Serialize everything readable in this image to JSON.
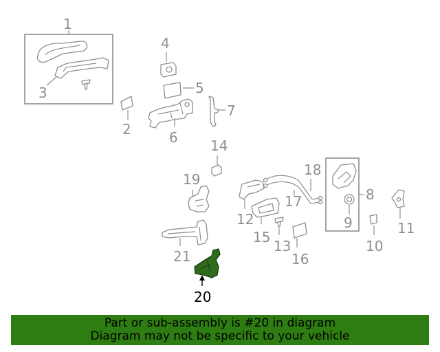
{
  "diagram": {
    "callouts": {
      "c1": "1",
      "c2": "2",
      "c3": "3",
      "c4": "4",
      "c5": "5",
      "c6": "6",
      "c7": "7",
      "c8": "8",
      "c9": "9",
      "c10": "10",
      "c11": "11",
      "c12": "12",
      "c13": "13",
      "c14": "14",
      "c15": "15",
      "c16": "16",
      "c17": "17",
      "c18": "18",
      "c19": "19",
      "c20": "20",
      "c21": "21"
    },
    "highlighted_part": "20",
    "colors": {
      "part_outline": "#8e8e8e",
      "highlight_fill": "#2e6b1e",
      "banner_bg": "#2e7d12"
    }
  },
  "banner": {
    "line1": "Part or sub-assembly is #20 in diagram",
    "line2": "Diagram may not be specific to your vehicle"
  }
}
